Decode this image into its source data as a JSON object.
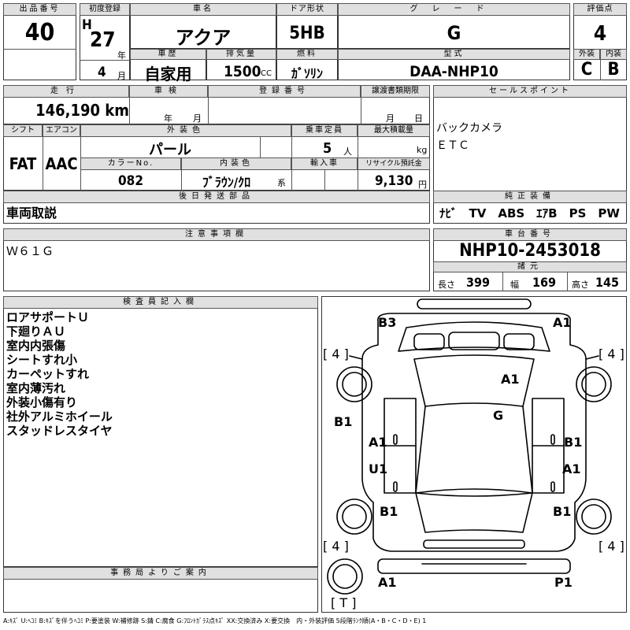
{
  "headers": {
    "lot_no": "出品番号",
    "first_reg": "初度登録",
    "car_name": "車名",
    "door": "ドア形状",
    "grade": "グレード",
    "score": "評価点",
    "history": "車歴",
    "displacement": "排気量",
    "fuel": "燃料",
    "model": "型式",
    "exterior": "外装",
    "interior": "内装",
    "mileage": "走行",
    "inspection": "車検",
    "reg_no": "登録番号",
    "transfer_deadline": "譲渡書類期限",
    "sales_point": "セールスポイント",
    "shift": "シフト",
    "aircon": "エアコン",
    "ext_color": "外装色",
    "capacity": "乗車定員",
    "max_load": "最大積載量",
    "color_no": "カラーNo.",
    "int_color": "内装色",
    "import": "輸入車",
    "recycle": "リサイクル預託金",
    "later_parts": "後日発送部品",
    "genuine": "純正装備",
    "notes": "注意事項欄",
    "chassis": "車台番号",
    "spec": "諸元",
    "inspector": "検査員記入欄",
    "office": "事務局よりご案内"
  },
  "values": {
    "lot_no": "40",
    "era": "H",
    "year": "27",
    "year_unit": "年",
    "month": "4",
    "month_unit": "月",
    "car_name": "アクア",
    "door": "5HB",
    "grade": "G",
    "score": "4",
    "history": "自家用",
    "displacement": "1500",
    "cc": "CC",
    "fuel": "ｶﾞｿﾘﾝ",
    "model": "DAA-NHP10",
    "exterior": "C",
    "interior": "B",
    "mileage": "146,190 km",
    "insp_year": "年",
    "insp_month": "月",
    "deadline_month": "月",
    "deadline_day": "日",
    "sales_point": "バックカメラ\nＥＴＣ",
    "shift": "FAT",
    "aircon": "AAC",
    "ext_color": "パール",
    "capacity": "5",
    "capacity_unit": "人",
    "max_load_unit": "kg",
    "color_no": "082",
    "int_color": "ﾌﾞﾗｳﾝ/ｸﾛ",
    "int_color_unit": "系",
    "recycle": "9,130",
    "recycle_unit": "円",
    "later_parts": "車両取説",
    "genuine": "ﾅﾋﾞ　TV　ABS　ｴｱB　PS　PW",
    "notes": "Ｗ６１Ｇ",
    "chassis": "NHP10-2453018",
    "length_label": "長さ",
    "length": "399",
    "width_label": "幅",
    "width": "169",
    "height_label": "高さ",
    "height": "145",
    "inspector_memo": "ロアサポートＵ\n下廻りＡＵ\n室内内張傷\nシートすれ小\nカーペットすれ\n室内薄汚れ\n外装小傷有り\n社外アルミホイール\nスタッドレスタイヤ"
  },
  "diagram": {
    "marks": [
      "B3",
      "A1",
      "A1",
      "G",
      "B1",
      "A1",
      "B1",
      "U1",
      "A1",
      "B1",
      "B1",
      "A1",
      "P1"
    ],
    "tires": [
      "[ 4 ]",
      "[ 4 ]",
      "[ 4 ]",
      "[ 4 ]",
      "[ T ]"
    ]
  },
  "legend": "A:ｷｽﾞ U:ﾍｺﾐ B:ｷｽﾞを伴うﾍｺﾐ P:要塗装 W:補修跡 S:錆 C:腐食 G:ﾌﾛﾝﾄｶﾞﾗｽ点ｷｽﾞ XX:交換済み X:要交換　内・外装評価 5段階ﾗﾝｸ順(A・B・C・D・E) 1"
}
